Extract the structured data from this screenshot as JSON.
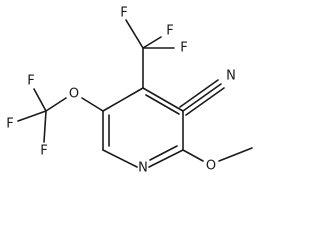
{
  "molecule": {
    "atoms": {
      "n_ring": "N",
      "n_nitrile": "N",
      "o_methoxy": "O",
      "o_ocf3": "O",
      "f_top_left": "F",
      "f_top_right": "F",
      "f_right": "F",
      "f_ocf3_top": "F",
      "f_ocf3_left": "F",
      "f_ocf3_bottom": "F"
    }
  }
}
